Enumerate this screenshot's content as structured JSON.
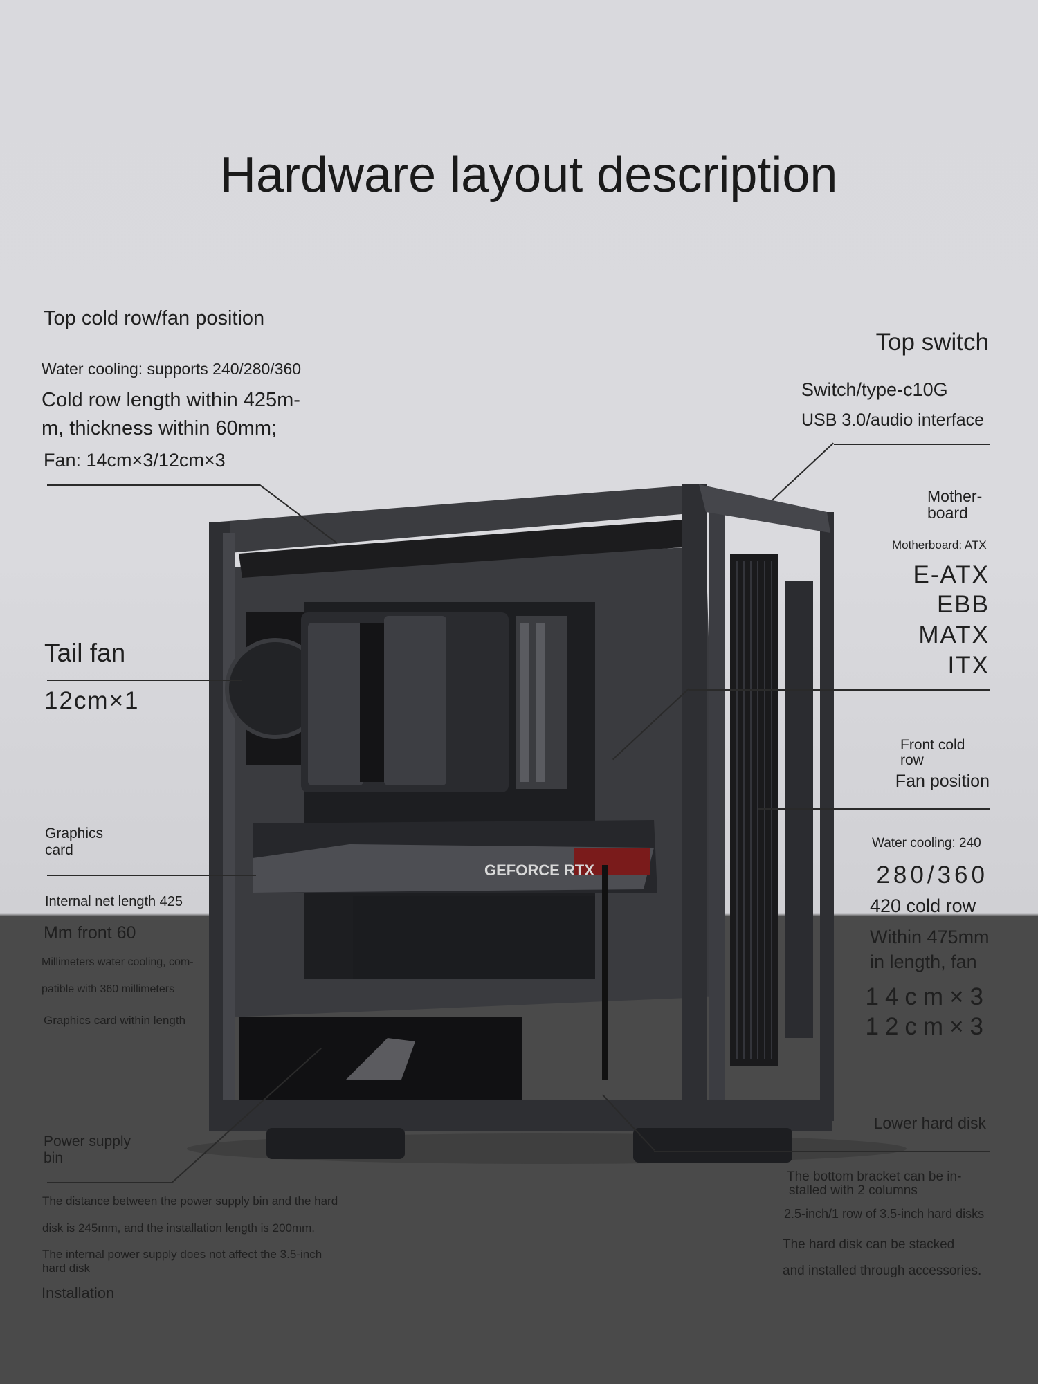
{
  "title": "Hardware layout description",
  "top_radiator": {
    "heading": "Top cold row/fan position",
    "line1": "Water cooling: supports 240/280/360",
    "line2": "Cold row length within 425m-",
    "line3": "m, thickness within 60mm;",
    "line4": "Fan: 14cm×3/12cm×3"
  },
  "top_switch": {
    "heading": "Top switch",
    "line1": "Switch/type-c10G",
    "line2": "USB 3.0/audio interface"
  },
  "motherboard": {
    "heading1": "Mother-",
    "heading2": "board",
    "line1": "Motherboard: ATX",
    "sizes": [
      "E-ATX",
      "EBB",
      "MATX",
      "ITX"
    ]
  },
  "tail_fan": {
    "heading": "Tail fan",
    "line1": "12cm×1"
  },
  "graphics_card": {
    "heading1": "Graphics",
    "heading2": "card",
    "line1": "Internal net length 425",
    "line2": "Mm front 60",
    "line3": "Millimeters water cooling, com-",
    "line4": "patible with 360 millimeters",
    "line5": "Graphics card within length"
  },
  "front_radiator": {
    "heading1": "Front cold",
    "heading2": "row",
    "heading3": "Fan position",
    "line1": "Water cooling: 240",
    "line2": "280/360",
    "line3": "420 cold row",
    "line4": "Within 475mm",
    "line5": "in length, fan",
    "line6": "14cm×3",
    "line7": "12cm×3"
  },
  "psu_bin": {
    "heading1": "Power supply",
    "heading2": "bin",
    "line1": "The distance between the power supply bin and the hard",
    "line2": "disk is 245mm, and the installation length is 200mm.",
    "line3": "The internal power supply does not affect the 3.5-inch",
    "line4": "hard disk",
    "line5": "Installation"
  },
  "lower_disk": {
    "heading": "Lower hard disk",
    "line1": "The bottom bracket can be in-",
    "line2": "stalled with 2 columns",
    "line3": "2.5-inch/1 row of 3.5-inch hard disks",
    "line4": "The hard disk can be stacked",
    "line5": "and installed through accessories."
  },
  "product_marks": {
    "gpu_brand": "GEFORCE RTX"
  },
  "colors": {
    "background_top": "#dadade",
    "floor": "#4a4a4a",
    "case_frame": "#2e2f33",
    "text": "#1f1f1f"
  }
}
